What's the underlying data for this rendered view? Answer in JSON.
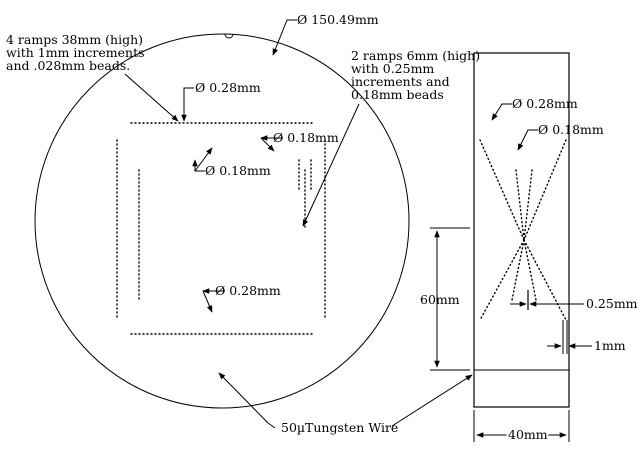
{
  "labels": {
    "diameter_outer": "Ø 150.49mm",
    "ramps_38_line1": "4 ramps 38mm (high)",
    "ramps_38_line2": "with 1mm increments",
    "ramps_38_line3": "and .028mm beads.",
    "ramps_6_line1": "2 ramps 6mm (high)",
    "ramps_6_line2": "with 0.25mm",
    "ramps_6_line3": "increments and",
    "ramps_6_line4": "0.18mm beads",
    "bead_028_top": "Ø 0.28mm",
    "bead_018_right": "Ø 0.18mm",
    "bead_018_center": "Ø 0.18mm",
    "bead_028_bottom": "Ø 0.28mm",
    "side_bead_028": "Ø 0.28mm",
    "side_bead_018": "Ø 0.18mm",
    "height_60": "60mm",
    "increment_025": "0.25mm",
    "increment_1": "1mm",
    "width_40": "40mm",
    "wire": "50µTungsten Wire"
  }
}
